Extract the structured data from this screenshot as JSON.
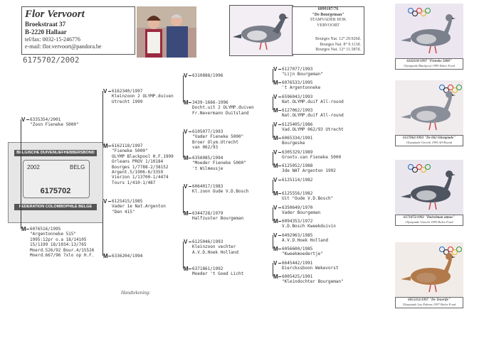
{
  "header": {
    "name": "Flor Vervoort",
    "street": "Broekstraat 37",
    "city": "B-2220 Hallaar",
    "phone": "tel/fax: 0032-15-246776",
    "email": "e-mail: flor.vervoort@pandora.be"
  },
  "ring_number": "6175702/2002",
  "card": {
    "top": "BELGISCHE DUIVENLIEFHEBBERSBOND",
    "year": "2002",
    "country": "BELG",
    "number": "6175702",
    "bottom": "FEDERATION COLOMBOPHILE BELGE"
  },
  "star": {
    "ring": "6099187/76",
    "name": "\"De Bourgeman\"",
    "role": "STAMVADER HOK",
    "owner": "VERVOORT",
    "r1": "Bourges Nat. 12° 29.926d.",
    "r2": "Bourges Nat. 8° 9.113d.",
    "r3": "Bourges Nat. 12° 11.587d."
  },
  "signature": "Handtekening:",
  "pedigree": {
    "g1": [
      {
        "sex": "V",
        "text": "6335354/2001\n\"Zoon Fieneke 5000\""
      },
      {
        "sex": "M",
        "text": "6076516/1995\n\"Argentonneke 515\"\n1995:12pr o.a 18/14105\n15/1199 18/1034:13/765\nMoerd.526/92 Bour.4/15526\nMoerd.667/96 7xlo op H.F."
      }
    ],
    "g2": [
      {
        "sex": "V",
        "text": "6162340/1997\nKleinzoon 2 OLYMP.duiven\nUtrecht 1999"
      },
      {
        "sex": "M",
        "text": "6162118/1997\n\"Fieneke 5000\"\nOLYMP Blackpool H.F.1999\nOrleans PROV 1/10184\nBourges 1/7788-2/38152\nArgent.5/1906-6/3359\nVierzon 1/13700-1/4474\nTours 1/410-1/487"
      },
      {
        "sex": "V",
        "text": "6125415/1985\nVader 1e Nat.Argenton\n\"Den 415\""
      },
      {
        "sex": "M",
        "text": "6336204/1994"
      }
    ],
    "g3": [
      {
        "sex": "V",
        "text": "6310888/1996"
      },
      {
        "sex": "M",
        "text": "3439-1666-1996\nDocht.uit 2 OLYMP.duiven\nFr.Nevermann Duitsland"
      },
      {
        "sex": "V",
        "text": "6105077/1993\n\"Vader Fieneke 5000\"\nBroer Olym.Utrecht\nvan 062/93"
      },
      {
        "sex": "M",
        "text": "6356085/1994\n\"Moeder Fieneke 5000\"\n't Wilmeusje"
      },
      {
        "sex": "V",
        "text": "6064017/1983\nKl.zoon Oude V.D.Bosch"
      },
      {
        "sex": "M",
        "text": "6344728/1979\nHalfzuster Bourgeman"
      },
      {
        "sex": "V",
        "text": "6125046/1993\nKleinzoon vechter\nA.V.D.Hoek Holland"
      },
      {
        "sex": "M",
        "text": "6371861/1992\nMoeder 't Goed Licht"
      }
    ],
    "g4": [
      {
        "sex": "V",
        "text": "6127077/1993\n\"Lijn Bourgeman\""
      },
      {
        "sex": "M",
        "text": "6076533/1995\n't Argentonneke"
      },
      {
        "sex": "V",
        "text": "6596043/1993\nNat.OLYMP.duif All-round"
      },
      {
        "sex": "M",
        "text": "6127062/1993\nNat.OLYMP.duif All-round"
      },
      {
        "sex": "V",
        "text": "6125405/1986\nVad.OLYMP 062/93 Utrecht"
      },
      {
        "sex": "M",
        "text": "6065334/1991\nBourgeske"
      },
      {
        "sex": "V",
        "text": "6305329/1989\nGrootv.van Fieneke 5000"
      },
      {
        "sex": "M",
        "text": "6125052/1988\n3de NAT Argenton 1992"
      },
      {
        "sex": "V",
        "text": "6125114/1982"
      },
      {
        "sex": "M",
        "text": "6125556/1982\nUit \"Oude V.D.Bosch\""
      },
      {
        "sex": "V",
        "text": "6350649/1970\nVader Bourgeman"
      },
      {
        "sex": "M",
        "text": "6094353/1972\nV.D.Bosch Kweekduivin"
      },
      {
        "sex": "V",
        "text": "6492963/1985\nA.V.D.Hoek Holland"
      },
      {
        "sex": "M",
        "text": "6056600/1985\n\"Kweekmoedertje\""
      },
      {
        "sex": "V",
        "text": "6645442/1991\nDierckxsboon Wekevorst"
      },
      {
        "sex": "M",
        "text": "6005425/1991\n\"Kleindochter Bourgeman\""
      }
    ]
  },
  "sidebar": [
    {
      "caption": "6162118/1997 \"Fieneke 5000\"",
      "sub": "Olympiade Blackpool 1999 Halve Fond"
    },
    {
      "caption": "6127062/1993 \"De 062 Olympiade\"",
      "sub": "Olympiade Utrecht 1995 All-Round"
    },
    {
      "caption": "6171872/1992 \"Duivelman atmos\"",
      "sub": "Olympiade Utrecht 1995 Halve Fond"
    },
    {
      "caption": "6055353/1997 \"De Tenerife\"",
      "sub": "Olympiade Las Palmas 1997 Halve Fond"
    }
  ],
  "colors": {
    "olympic": [
      "#1a64c8",
      "#222222",
      "#d92c2c",
      "#e8b020",
      "#2a9a3a"
    ]
  }
}
